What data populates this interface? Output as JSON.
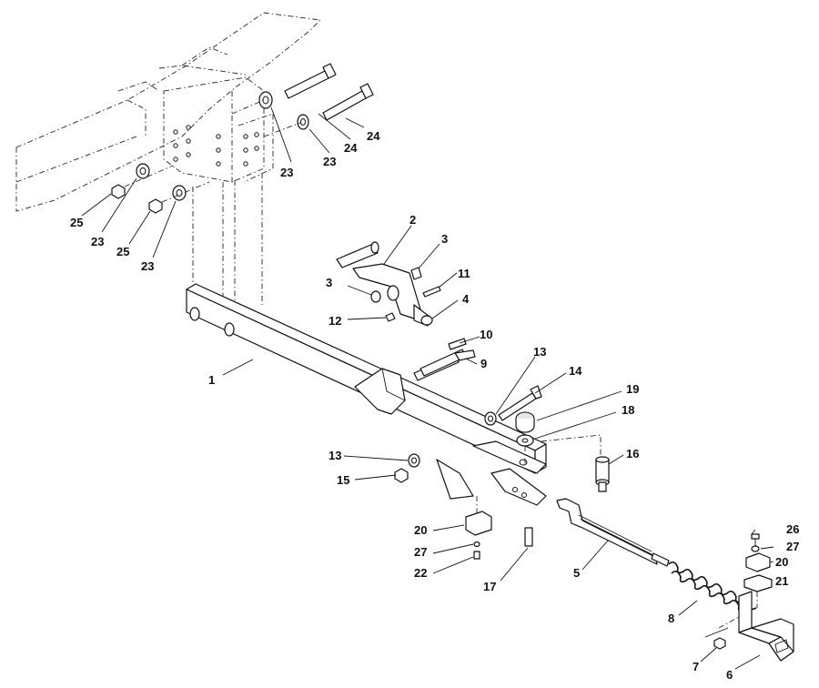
{
  "callouts": [
    {
      "id": "c1",
      "label": "1"
    },
    {
      "id": "c2",
      "label": "2"
    },
    {
      "id": "c3a",
      "label": "3"
    },
    {
      "id": "c3b",
      "label": "3"
    },
    {
      "id": "c4",
      "label": "4"
    },
    {
      "id": "c5",
      "label": "5"
    },
    {
      "id": "c6",
      "label": "6"
    },
    {
      "id": "c7",
      "label": "7"
    },
    {
      "id": "c8",
      "label": "8"
    },
    {
      "id": "c9",
      "label": "9"
    },
    {
      "id": "c10",
      "label": "10"
    },
    {
      "id": "c11",
      "label": "11"
    },
    {
      "id": "c12",
      "label": "12"
    },
    {
      "id": "c13a",
      "label": "13"
    },
    {
      "id": "c13b",
      "label": "13"
    },
    {
      "id": "c14",
      "label": "14"
    },
    {
      "id": "c15",
      "label": "15"
    },
    {
      "id": "c16",
      "label": "16"
    },
    {
      "id": "c17",
      "label": "17"
    },
    {
      "id": "c18",
      "label": "18"
    },
    {
      "id": "c19",
      "label": "19"
    },
    {
      "id": "c20a",
      "label": "20"
    },
    {
      "id": "c20b",
      "label": "20"
    },
    {
      "id": "c21",
      "label": "21"
    },
    {
      "id": "c22",
      "label": "22"
    },
    {
      "id": "c23a",
      "label": "23"
    },
    {
      "id": "c23b",
      "label": "23"
    },
    {
      "id": "c23c",
      "label": "23"
    },
    {
      "id": "c23d",
      "label": "23"
    },
    {
      "id": "c24a",
      "label": "24"
    },
    {
      "id": "c24b",
      "label": "24"
    },
    {
      "id": "c25a",
      "label": "25"
    },
    {
      "id": "c25b",
      "label": "25"
    },
    {
      "id": "c26",
      "label": "26"
    },
    {
      "id": "c27a",
      "label": "27"
    },
    {
      "id": "c27b",
      "label": "27"
    }
  ]
}
